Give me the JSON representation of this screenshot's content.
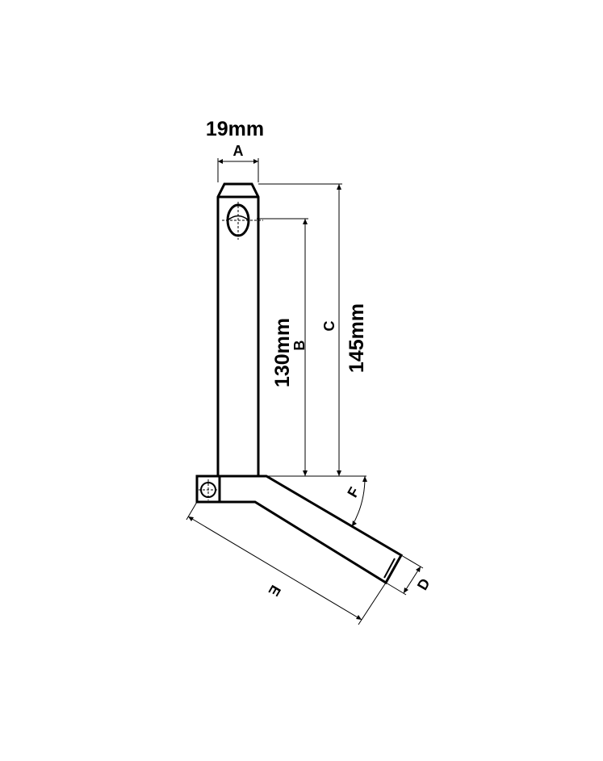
{
  "labels": {
    "a_value": "19mm",
    "a": "A",
    "b_value": "130mm",
    "b": "B",
    "c": "C",
    "c_value": "145mm",
    "d": "D",
    "e": "E",
    "f": "F"
  }
}
